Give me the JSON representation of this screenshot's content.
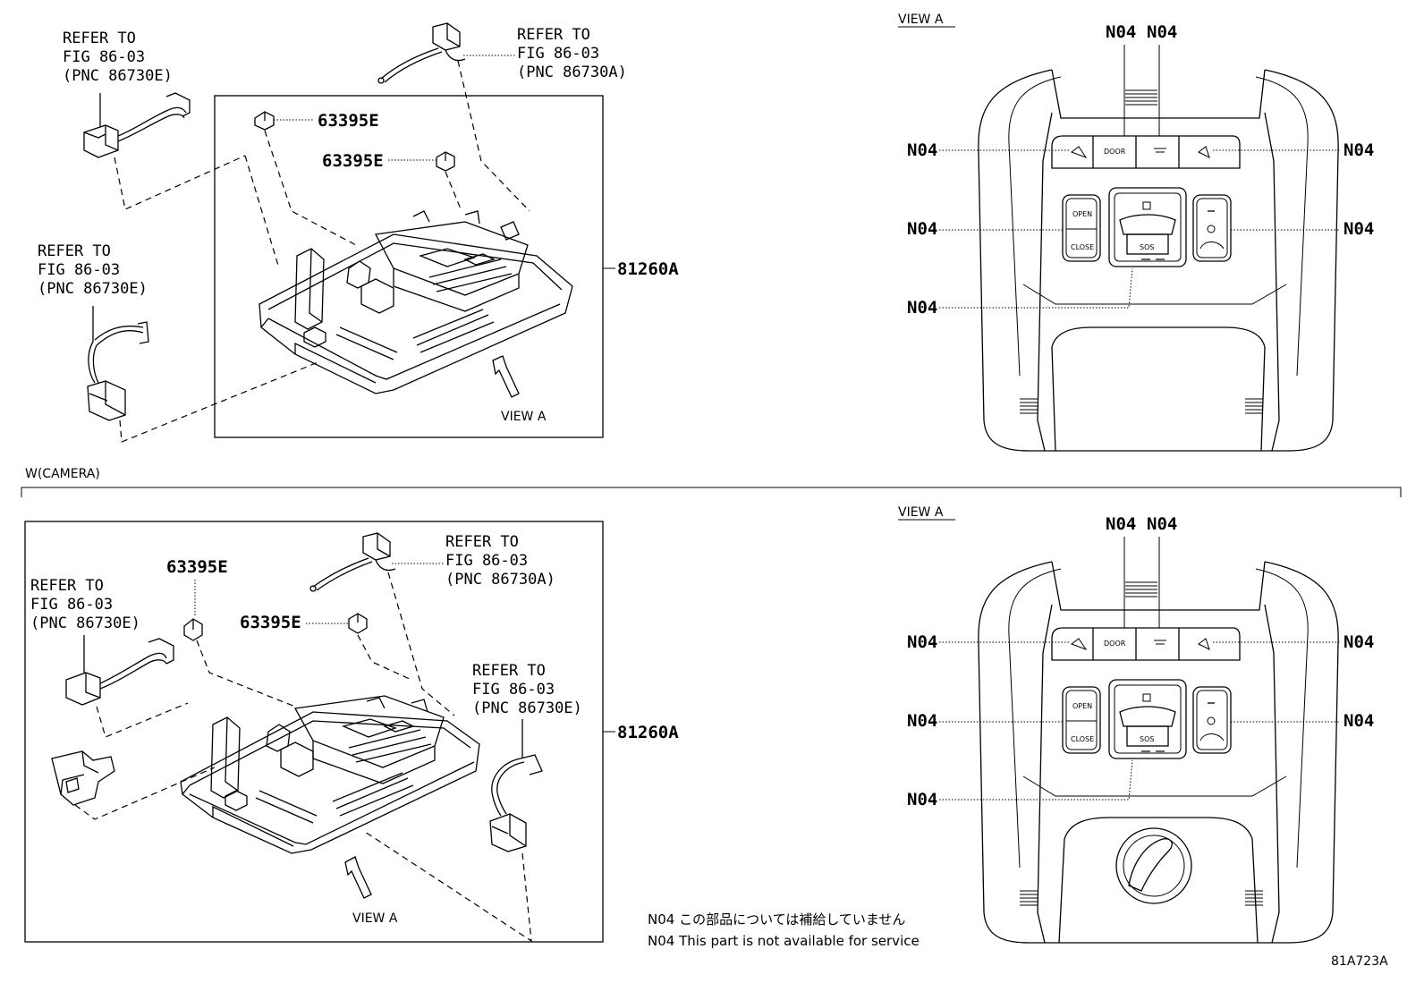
{
  "top_section": {
    "refer_upper_left": {
      "line1": "REFER TO",
      "line2": "FIG 86-03",
      "line3": "(PNC 86730E)"
    },
    "refer_upper_mid": {
      "line1": "REFER TO",
      "line2": "FIG 86-03",
      "line3": "(PNC 86730A)"
    },
    "refer_lower_left": {
      "line1": "REFER TO",
      "line2": "FIG 86-03",
      "line3": "(PNC 86730E)"
    },
    "clip_a": "63395E",
    "clip_b": "63395E",
    "assembly": "81260A",
    "view_label": "VIEW A"
  },
  "view_a_top": {
    "title": "VIEW A",
    "callouts": [
      "N04",
      "N04",
      "N04",
      "N04",
      "N04",
      "N04",
      "N04"
    ],
    "button_door": "DOOR",
    "button_open": "OPEN",
    "button_close": "CLOSE",
    "button_sos": "SOS"
  },
  "divider_label": "W(CAMERA)",
  "bottom_section": {
    "refer_top": {
      "line1": "REFER TO",
      "line2": "FIG 86-03",
      "line3": "(PNC 86730A)"
    },
    "refer_left": {
      "line1": "REFER TO",
      "line2": "FIG 86-03",
      "line3": "(PNC 86730E)"
    },
    "refer_right": {
      "line1": "REFER TO",
      "line2": "FIG 86-03",
      "line3": "(PNC 86730E)"
    },
    "clip_a": "63395E",
    "clip_b": "63395E",
    "assembly": "81260A",
    "view_label": "VIEW A"
  },
  "view_a_bottom": {
    "title": "VIEW A",
    "callouts": [
      "N04",
      "N04",
      "N04",
      "N04",
      "N04",
      "N04",
      "N04"
    ],
    "button_door": "DOOR",
    "button_open": "OPEN",
    "button_close": "CLOSE",
    "button_sos": "SOS"
  },
  "notes": {
    "jp": "N04 この部品については補給していません",
    "en": "N04 This part is not available for service"
  },
  "figure_code": "81A723A"
}
